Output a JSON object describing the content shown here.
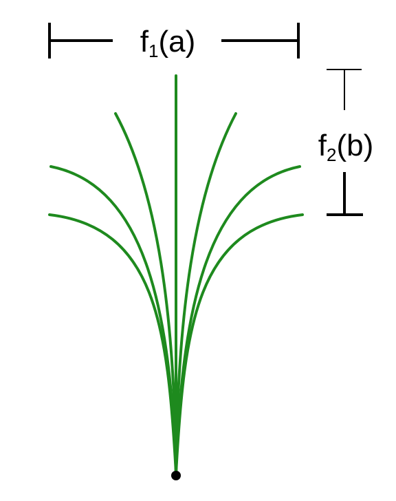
{
  "diagram": {
    "width_dimension": {
      "symbol": "f",
      "subscript": "1",
      "argument": "(a)"
    },
    "height_dimension": {
      "symbol": "f",
      "subscript": "2",
      "argument": "(b)"
    },
    "blade_count": 7,
    "colors": {
      "blade": "#1e8a1e",
      "dimension": "#000000",
      "root_dot": "#000000",
      "background": "#ffffff"
    }
  }
}
